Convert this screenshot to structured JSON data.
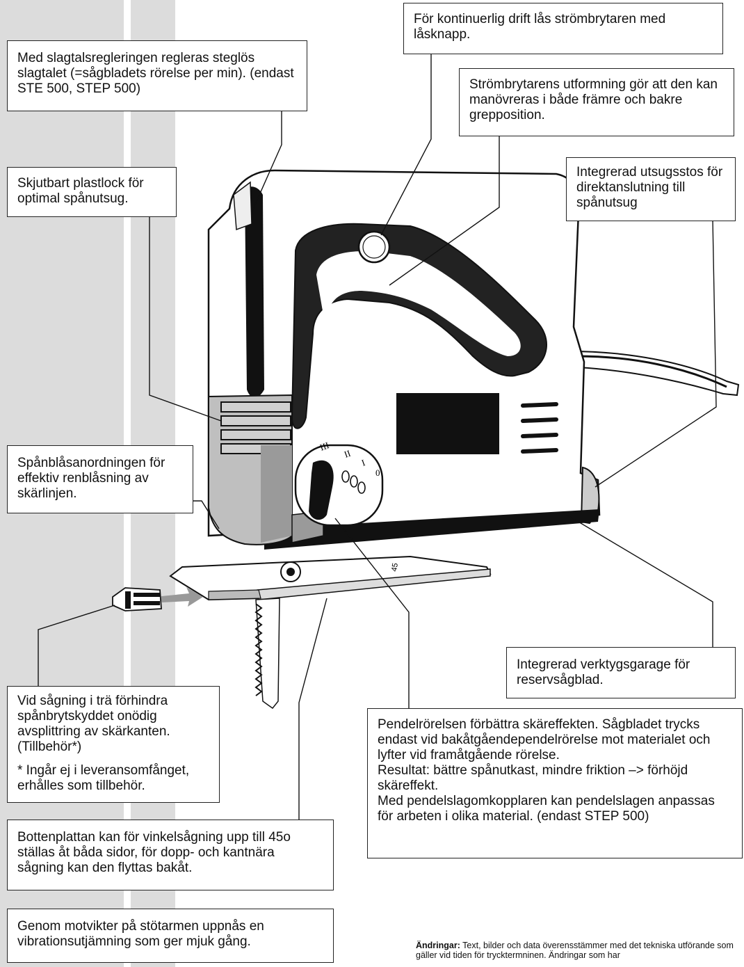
{
  "callouts": {
    "lock_button": "För kontinuerlig drift lås strömbrytaren med låsknapp.",
    "stroke_rate": "Med slagtalsregleringen regleras steglös slagtalet (=sågbladets rörelse per min). (endast STE 500, STEP 500)",
    "switch_design": "Strömbrytarens utformning gör att den kan manövreras i både främre och bakre grepposition.",
    "plastic_cover": "Skjutbart plastlock för optimal spånutsug.",
    "dust_port": "Integrerad utsugsstos för direktanslutning till spånutsug",
    "chip_blower": "Spånblåsanordningen för effektiv renblåsning av skärlinjen.",
    "tool_garage": "Integrerad verktygsgarage för reservsågblad.",
    "splinter_guard": "Vid sågning i trä förhindra spånbrytskyddet onödig avsplittring av skärkanten. (Tillbehör*)",
    "splinter_guard_note": "* Ingår ej i leveransomfånget, erhålles som tillbehör.",
    "pendulum_1": "Pendelrörelsen  förbättra skäreffekten. Sågbladet trycks endast vid bakåtgåendependelrörelse mot materialet och lyfter vid framåtgående rörelse.",
    "pendulum_2": "Resultat: bättre spånutkast, mindre friktion –> förhöjd skäreffekt.",
    "pendulum_3": "Med pendelslagomkopplaren kan pendelslagen anpassas för arbeten i olika material. (endast STEP 500)",
    "base_plate": "Bottenplattan kan för vinkelsågning upp till 45o ställas åt båda sidor, för dopp- och kantnära sågning kan den flyttas bakåt.",
    "counterweight": "Genom motvikter på stötarmen uppnås en vibrationsutjämning som ger mjuk gång."
  },
  "dial_marks": [
    "III",
    "II",
    "I",
    "0"
  ],
  "scale_mark": "45",
  "footer": {
    "bold": "Ändringar:",
    "text": " Text, bilder och data överensstämmer med det tekniska utförande som gäller vid tiden för trycktermninen. Ändringar som har"
  }
}
